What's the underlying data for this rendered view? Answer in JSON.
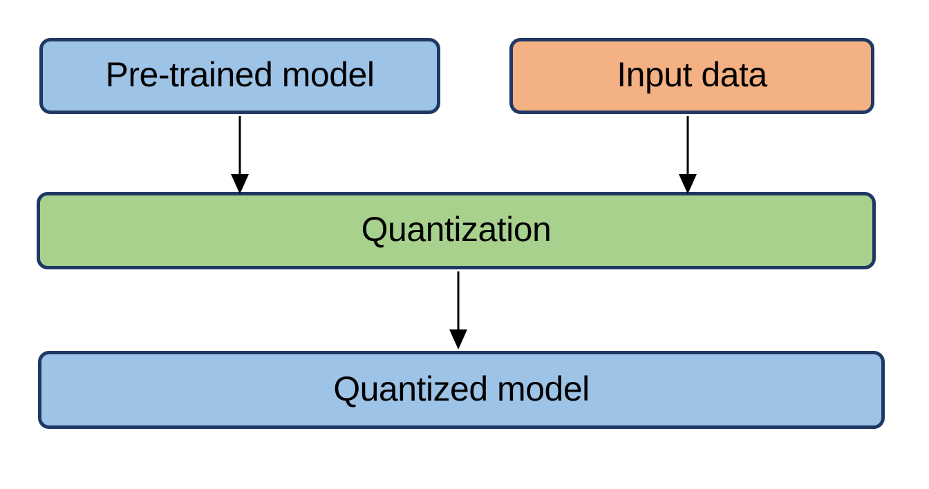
{
  "diagram": {
    "background_color": "#ffffff",
    "text_color": "#000000",
    "arrow_color": "#000000",
    "border_color": "#1F3864",
    "nodes": [
      {
        "id": "pre-trained-model",
        "label": "Pre-trained model",
        "fill": "#9DC3E6",
        "border": "#1F3864"
      },
      {
        "id": "input-data",
        "label": "Input data",
        "fill": "#F4B183",
        "border": "#1F3864"
      },
      {
        "id": "quantization",
        "label": "Quantization",
        "fill": "#A9D18E",
        "border": "#1F3864"
      },
      {
        "id": "quantized-model",
        "label": "Quantized model",
        "fill": "#9DC3E6",
        "border": "#1F3864"
      }
    ],
    "edges": [
      {
        "from": "pre-trained-model",
        "to": "quantization"
      },
      {
        "from": "input-data",
        "to": "quantization"
      },
      {
        "from": "quantization",
        "to": "quantized-model"
      }
    ]
  }
}
